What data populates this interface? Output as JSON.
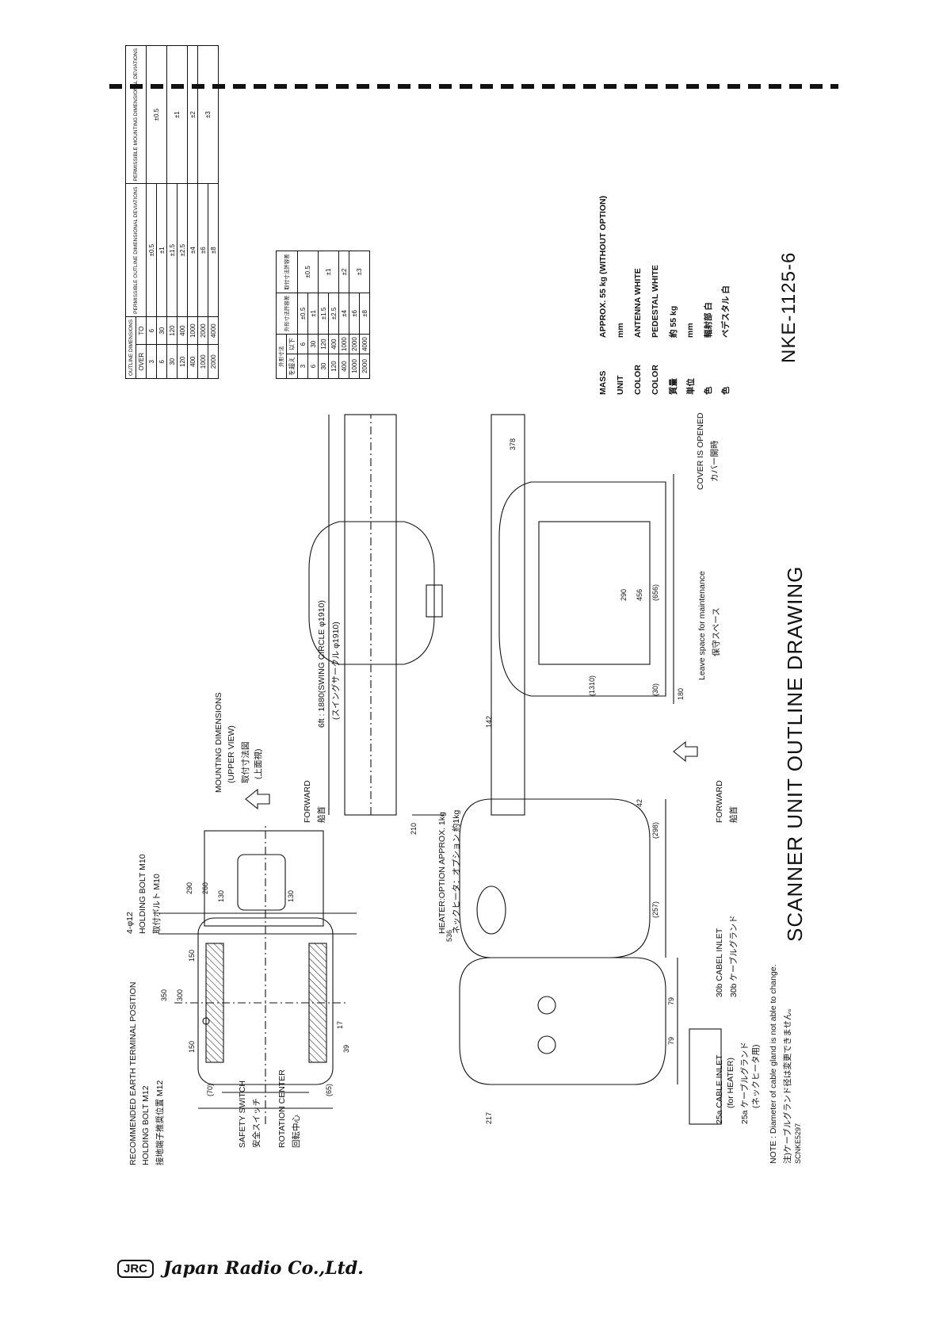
{
  "drawing": {
    "title": "SCANNER UNIT OUTLINE DRAWING",
    "model": "NKE-1125-6",
    "doc_code": "SCNKE5297"
  },
  "notes": {
    "earth": "RECOMMENDED EARTH TERMINAL POSITION",
    "holding_bolt_m12": "HOLDING BOLT M12",
    "holding_bolt_m12_ja": "接地端子推奨位置  M12",
    "safety_switch": "SAFETY SWITCH",
    "safety_switch_ja": "安全スイッチ",
    "rotation_center": "ROTATION CENTER",
    "rotation_center_ja": "回転中心",
    "holes": "4-φ12",
    "holding_bolt_m10": "HOLDING BOLT M10",
    "holding_bolt_m10_ja": "取付ボルト M10",
    "mounting_dims": "MOUNTING DIMENSIONS",
    "upper_view": "(UPPER VIEW)",
    "mounting_ja": "取付寸法図",
    "upper_view_ja": "(上面視)",
    "forward": "FORWARD",
    "forward_ja": "船首",
    "swing_circle": "6ft : 1880(SWING CIRCLE φ1910)",
    "swing_circle_ja": "(スイングサークル φ1910)",
    "heater": "HEATER:OPTION APPROX. 1kg",
    "heater_ja": "ネックヒータ：オプション 約1kg",
    "cable_25a": "25a CABLE INLET",
    "cable_25a_sub": "(for HEATER)",
    "cable_25a_ja": "25a ケーブルグランド",
    "cable_25a_ja_sub": "(ネックヒータ用)",
    "cable_30b": "30b CABEL INLET",
    "cable_30b_ja": "30b ケーブルグランド",
    "cover": "COVER IS OPENED",
    "cover_ja": "カバー開時",
    "maint": "Leave space for maintenance",
    "maint_ja": "保守スペース",
    "note": "NOTE : Diameter of cable gland is not able to change.",
    "note_ja": "注)ケーブルグランド径は変更できません。"
  },
  "dimensions": {
    "d350": "350",
    "d300": "300",
    "d150a": "150",
    "d150b": "150",
    "d70": "(70)",
    "d65": "(65)",
    "d17": "17",
    "d39": "39",
    "d290top": "290",
    "d260": "260",
    "d130a": "130",
    "d130b": "130",
    "d210": "210",
    "d536": "536",
    "d257": "(257)",
    "d298": "(298)",
    "d42": "42",
    "d217": "217",
    "d79a": "79",
    "d79b": "79",
    "d142": "142",
    "d1310": "(1310)",
    "d30": "(30)",
    "d180": "180",
    "d290": "290",
    "d456": "456",
    "d656": "(656)",
    "d378": "378"
  },
  "table_en": {
    "headers": [
      "OUTLINE DIMENSIONS",
      "PERMISSIBLE OUTLINE DIMENSIONAL DEVIATIONS",
      "PERMISSIBLE MOUNTING DIMENSIONAL DEVIATIONS"
    ],
    "sub": [
      "OVER",
      "TO"
    ],
    "rows": [
      [
        "3",
        "6",
        "±0.5"
      ],
      [
        "6",
        "30",
        "±1"
      ],
      [
        "30",
        "120",
        "±1.5"
      ],
      [
        "120",
        "400",
        "±2.5"
      ],
      [
        "400",
        "1000",
        "±4"
      ],
      [
        "1000",
        "2000",
        "±6"
      ],
      [
        "2000",
        "4000",
        "±8"
      ]
    ],
    "mount": [
      "±0.5",
      "±1",
      "±2",
      "±3"
    ]
  },
  "table_ja": {
    "headers": [
      "外形寸法",
      "外形寸法許容差",
      "取付寸法許容差"
    ],
    "sub": [
      "を超え",
      "以下"
    ],
    "rows": [
      [
        "3",
        "6",
        "±0.5"
      ],
      [
        "6",
        "30",
        "±1"
      ],
      [
        "30",
        "120",
        "±1.5"
      ],
      [
        "120",
        "400",
        "±2.5"
      ],
      [
        "400",
        "1000",
        "±4"
      ],
      [
        "1000",
        "2000",
        "±6"
      ],
      [
        "2000",
        "4000",
        "±8"
      ]
    ],
    "mount": [
      "±0.5",
      "±1",
      "±2",
      "±3"
    ]
  },
  "specs": [
    {
      "k": "MASS",
      "v": "APPROX.  55 kg (WITHOUT OPTION)"
    },
    {
      "k": "UNIT",
      "v": "mm"
    },
    {
      "k": "COLOR",
      "v": "ANTENNA    WHITE"
    },
    {
      "k": "COLOR",
      "v": "PEDESTAL    WHITE"
    },
    {
      "k": "質量",
      "v": "約 55 kg"
    },
    {
      "k": "単位",
      "v": "mm"
    },
    {
      "k": "色",
      "v": "輻射部        白"
    },
    {
      "k": "色",
      "v": "ペデスタル      白"
    }
  ],
  "footer": {
    "logo": "JRC",
    "company": "Japan Radio Co.,Ltd."
  }
}
